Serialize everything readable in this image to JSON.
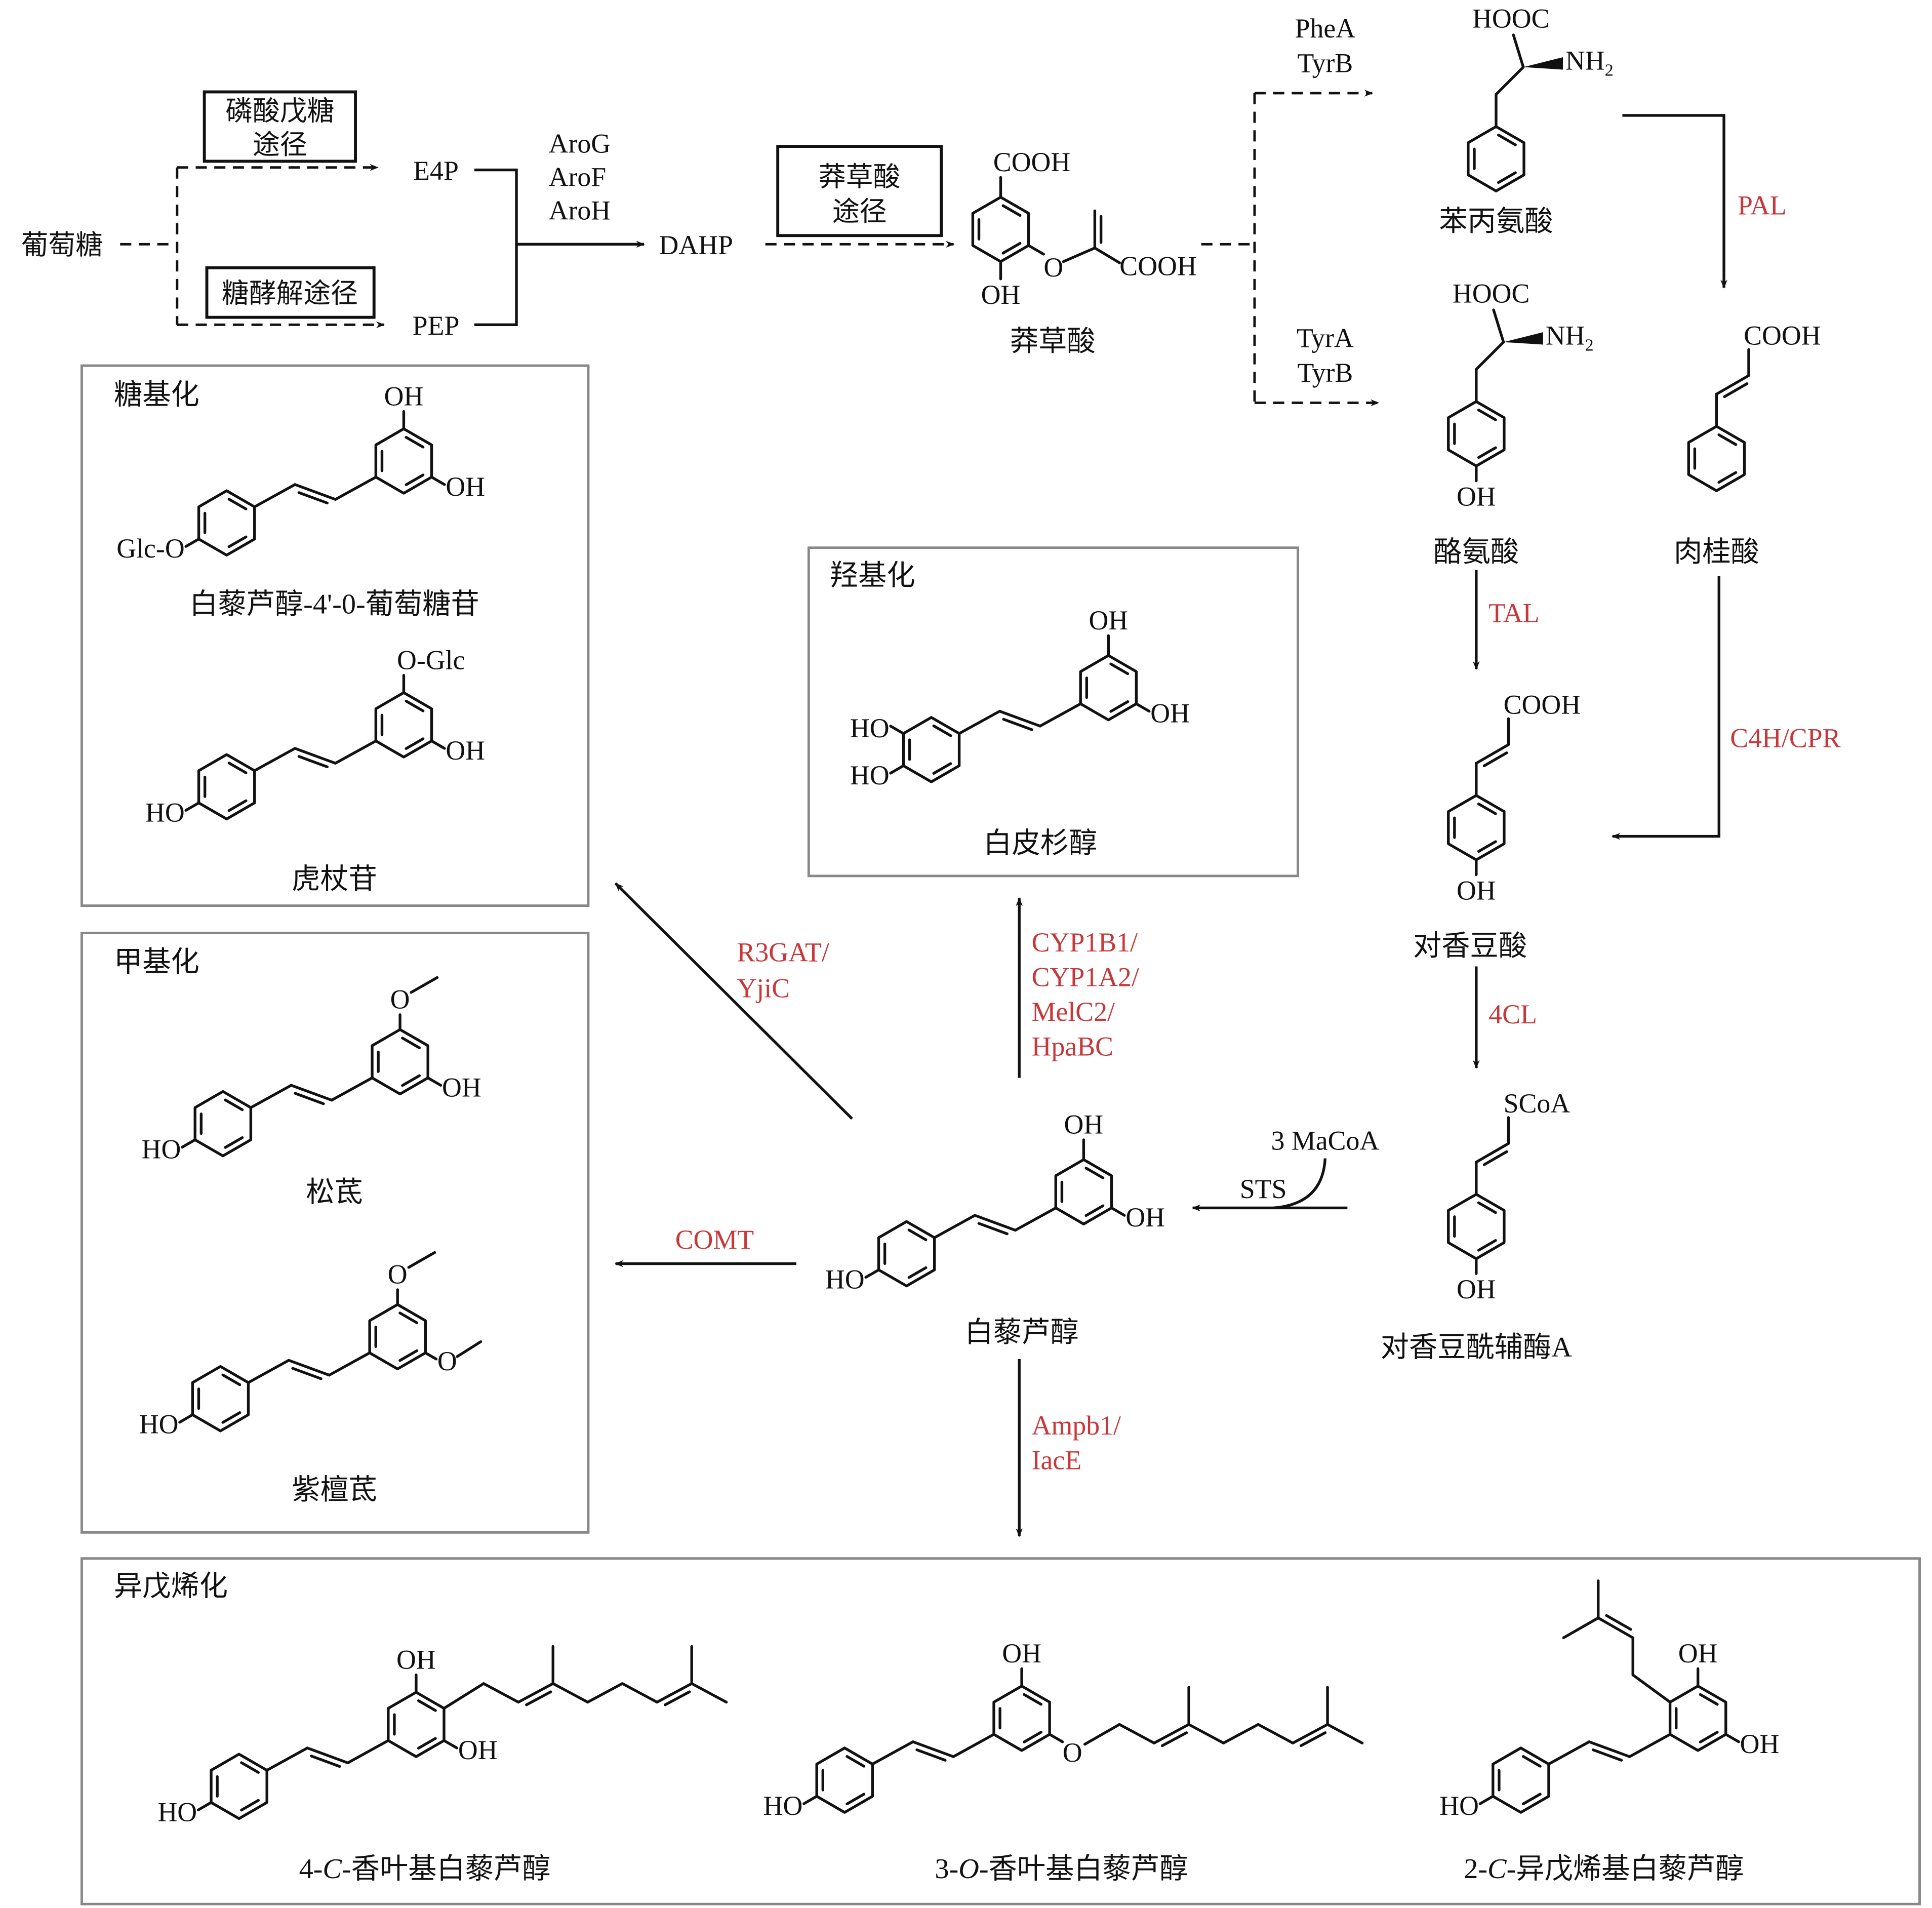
{
  "pathway": {
    "glucose": "葡萄糖",
    "ppp": [
      "磷酸戊糖",
      "途径"
    ],
    "glycolysis": "糖酵解途径",
    "e4p": "E4P",
    "pep": "PEP",
    "aro_enzymes": [
      "AroG",
      "AroF",
      "AroH"
    ],
    "dahp": "DAHP",
    "shikimate_pathway": [
      "莽草酸",
      "途径"
    ],
    "phe_enzymes": [
      "PheA",
      "TyrB"
    ],
    "tyr_enzymes": [
      "TyrA",
      "TyrB"
    ]
  },
  "enzymes": {
    "pal": "PAL",
    "tal": "TAL",
    "c4h": "C4H/CPR",
    "cl4": "4CL",
    "sts": "STS",
    "macoa": "3 MaCoA",
    "hydroxylation": [
      "CYP1B1/",
      "CYP1A2/",
      "MelC2/",
      "HpaBC"
    ],
    "glycosylation": [
      "R3GAT/",
      "YjiC"
    ],
    "comt": "COMT",
    "prenylation": [
      "Ampb1/",
      "IacE"
    ]
  },
  "compounds": {
    "shikimate": "莽草酸",
    "phenylalanine": "苯丙氨酸",
    "cinnamic": "肉桂酸",
    "tyrosine": "酪氨酸",
    "coumaric": "对香豆酸",
    "coumaroyl_coa": "对香豆酰辅酶A",
    "resveratrol": "白藜芦醇",
    "piceatannol": "白皮杉醇",
    "resveratrol_glucoside": "白藜芦醇-4'-0-葡萄糖苷",
    "polydatin": "虎杖苷",
    "pinostilbene": "松茋",
    "pterostilbene": "紫檀茋",
    "geranyl4": {
      "prefix": "4-",
      "italic": "C",
      "rest": "-香叶基白藜芦醇"
    },
    "geranyl3": {
      "prefix": "3-",
      "italic": "O",
      "rest": "-香叶基白藜芦醇"
    },
    "prenyl2": {
      "prefix": "2-",
      "italic": "C",
      "rest": "-异戊烯基白藜芦醇"
    }
  },
  "groups": {
    "glycosylation": "糖基化",
    "hydroxylation": "羟基化",
    "methylation": "甲基化",
    "prenylation": "异戊烯化"
  },
  "atoms": {
    "COOH": "COOH",
    "HOOC": "HOOC",
    "NH": "NH",
    "two": "2",
    "OH": "OH",
    "HO": "HO",
    "O": "O",
    "SCoA": "SCoA",
    "GlcO": "Glc-O",
    "OGlc": "O-Glc"
  },
  "colors": {
    "enzyme": "#c8373a",
    "box": "#888888"
  }
}
